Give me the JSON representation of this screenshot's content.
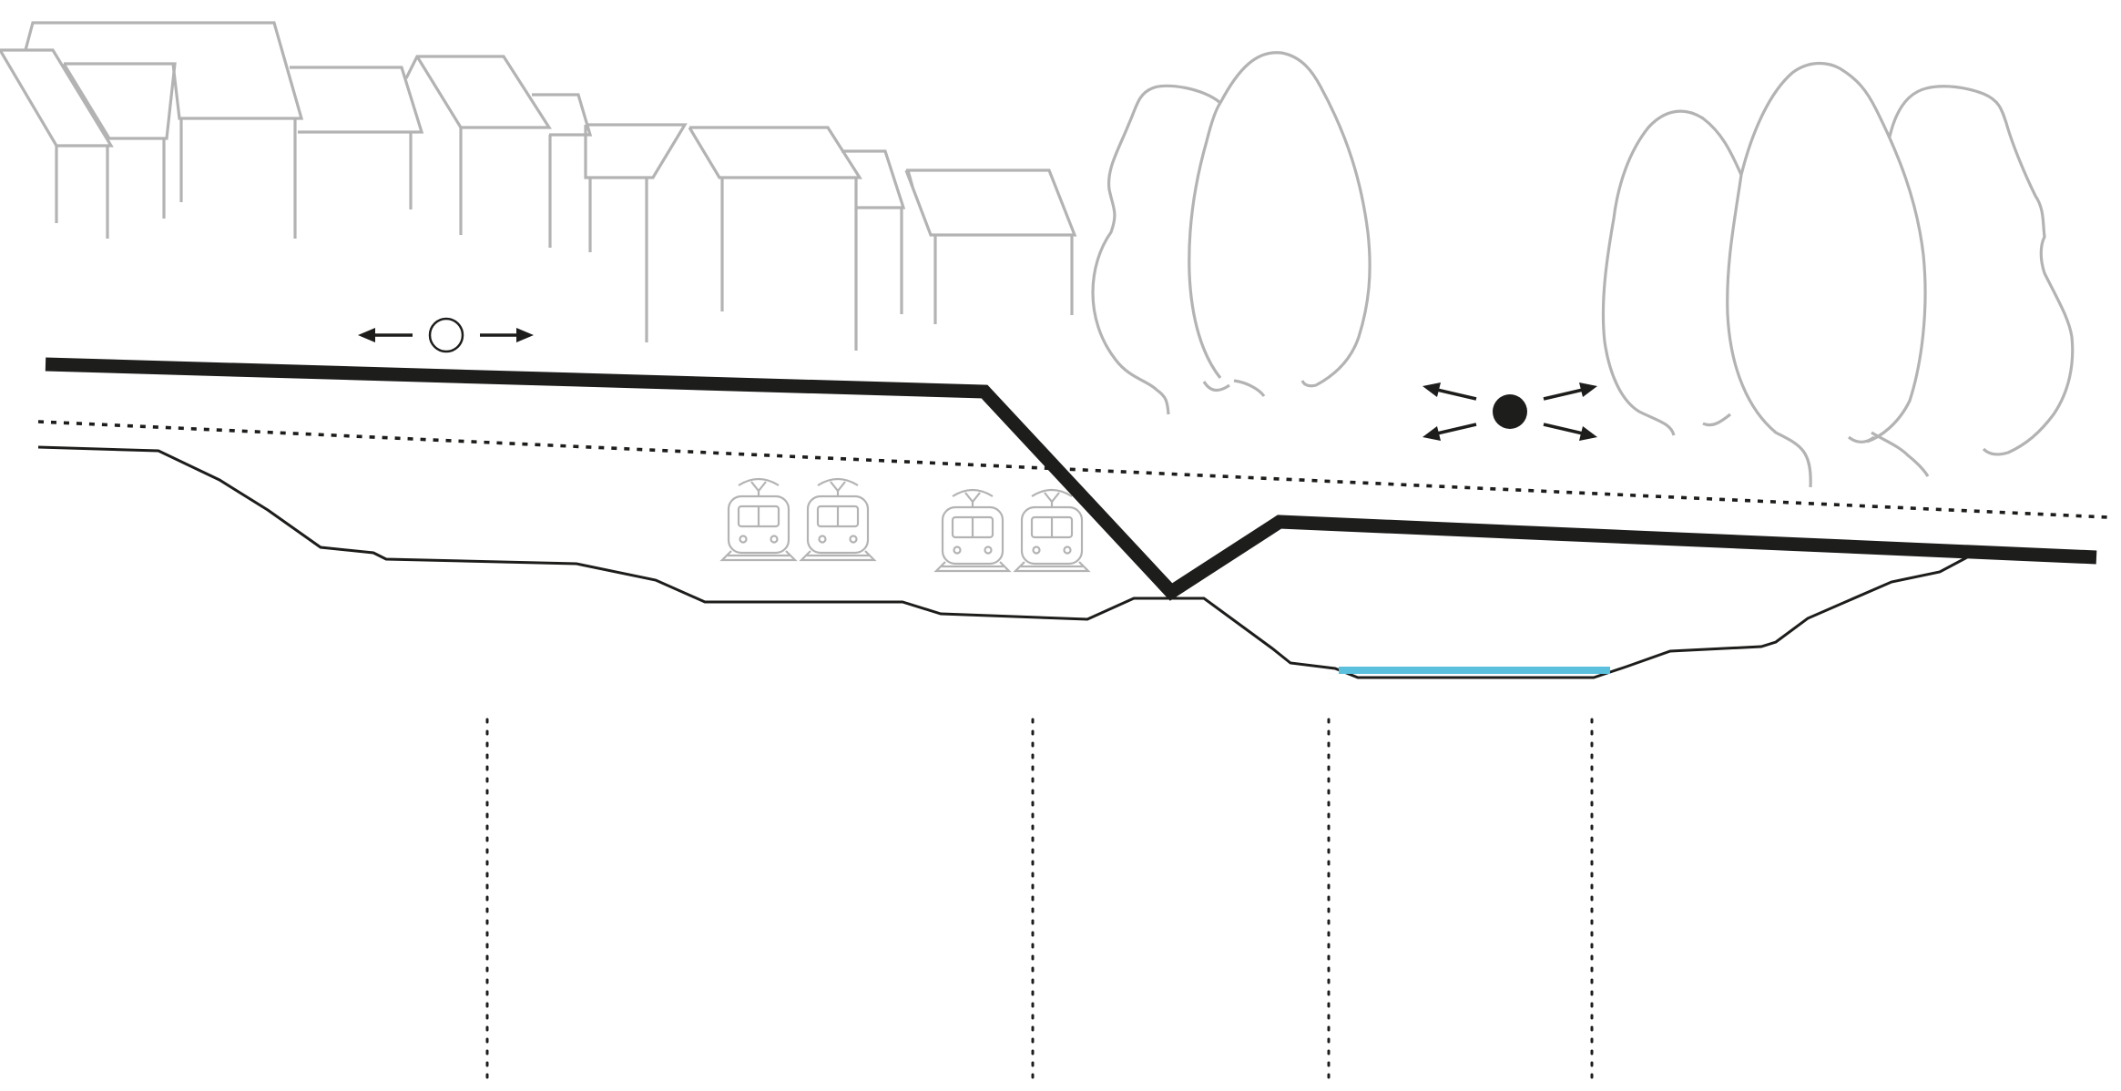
{
  "colors": {
    "ink": "#1d1d1b",
    "gray": "#b3b3b3",
    "water": "#5bc0de",
    "background": "#ffffff"
  },
  "symbols": {
    "left_marker": {
      "icon": "open-circle-icon",
      "arrows": "horizontal-left-right"
    },
    "right_marker": {
      "icon": "filled-circle-icon",
      "arrows": "four-diagonal"
    }
  },
  "elements": {
    "houses": 11,
    "trees": 5,
    "trains": 4,
    "section_markers": 4
  }
}
